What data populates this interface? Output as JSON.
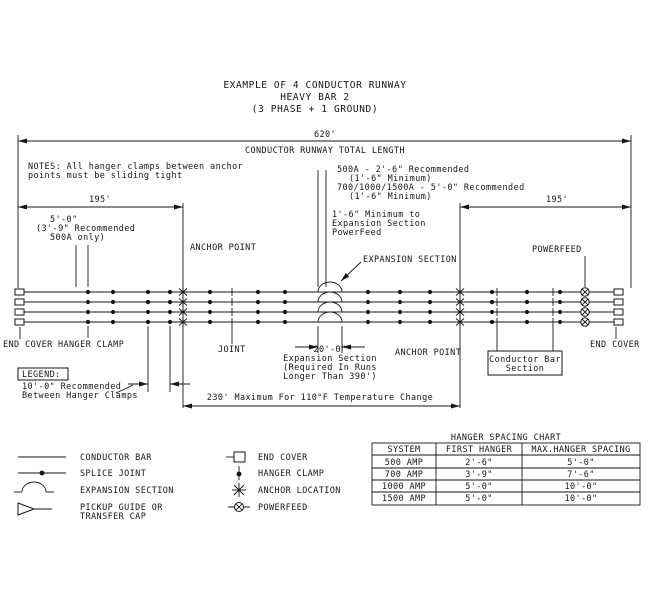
{
  "colors": {
    "ink": "#161616",
    "background": "#ffffff"
  },
  "title": {
    "line1": "EXAMPLE OF 4 CONDUCTOR RUNWAY",
    "line2": "HEAVY BAR 2",
    "line3": "(3 PHASE + 1 GROUND)"
  },
  "total_dimension": {
    "value": "620'",
    "label": "CONDUCTOR RUNWAY TOTAL LENGTH"
  },
  "notes": {
    "line1": "NOTES: All hanger clamps between anchor",
    "line2": "points must be sliding tight"
  },
  "dimensions": {
    "left_span": "195'",
    "right_span": "195'",
    "first_hanger": {
      "line1": "5'-0\"",
      "line2": "(3'-9\" Recommended",
      "line3": "500A only)"
    },
    "expansion_gap": {
      "line1": "500A - 2'-6\" Recommended",
      "line2": "(1'-6\" Minimum)",
      "line3": "700/1000/1500A - 5'-0\" Recommended",
      "line4": "(1'-6\" Minimum)"
    },
    "powerfeed_gap": {
      "line1": "1'-6\" Minimum to",
      "line2": "Expansion Section",
      "line3": "PowerFeed"
    },
    "expansion_section": {
      "line1": "20'-0\"",
      "line2": "Expansion Section",
      "line3": "(Required In Runs",
      "line4": "Longer Than 390')"
    },
    "temperature": "230' Maximum For 110°F Temperature Change"
  },
  "callouts": {
    "anchor_point_top": "ANCHOR POINT",
    "expansion_section": "EXPANSION SECTION",
    "powerfeed": "POWERFEED",
    "end_cover_left": "END COVER",
    "hanger_clamp": "HANGER CLAMP",
    "joint": "JOINT",
    "anchor_point_bottom": "ANCHOR POINT",
    "conductor_bar_section": {
      "line1": "Conductor Bar",
      "line2": "Section"
    },
    "end_cover_right": "END COVER"
  },
  "legend_note": {
    "heading": "LEGEND:",
    "line1": "10'-0\" Recommended",
    "line2": "Between Hanger Clamps"
  },
  "symbol_legend": {
    "items": [
      {
        "symbol": "conductor-bar-symbol",
        "label": "CONDUCTOR BAR"
      },
      {
        "symbol": "splice-joint-symbol",
        "label": "SPLICE JOINT"
      },
      {
        "symbol": "expansion-section-symbol",
        "label": "EXPANSION SECTION"
      },
      {
        "symbol": "pickup-guide-symbol",
        "label": "PICKUP GUIDE OR",
        "label2": "TRANSFER CAP"
      },
      {
        "symbol": "end-cover-symbol",
        "label": "END COVER"
      },
      {
        "symbol": "hanger-clamp-symbol",
        "label": "HANGER CLAMP"
      },
      {
        "symbol": "anchor-location-symbol",
        "label": "ANCHOR LOCATION"
      },
      {
        "symbol": "powerfeed-symbol",
        "label": "POWERFEED"
      }
    ]
  },
  "hanger_chart": {
    "title": "HANGER SPACING CHART",
    "headers": [
      "SYSTEM",
      "FIRST HANGER",
      "MAX.HANGER SPACING"
    ],
    "rows": [
      [
        "500 AMP",
        "2'-6\"",
        "5'-0\""
      ],
      [
        "700 AMP",
        "3'-9\"",
        "7'-6\""
      ],
      [
        "1000 AMP",
        "5'-0\"",
        "10'-0\""
      ],
      [
        "1500 AMP",
        "5'-0\"",
        "10'-0\""
      ]
    ]
  }
}
